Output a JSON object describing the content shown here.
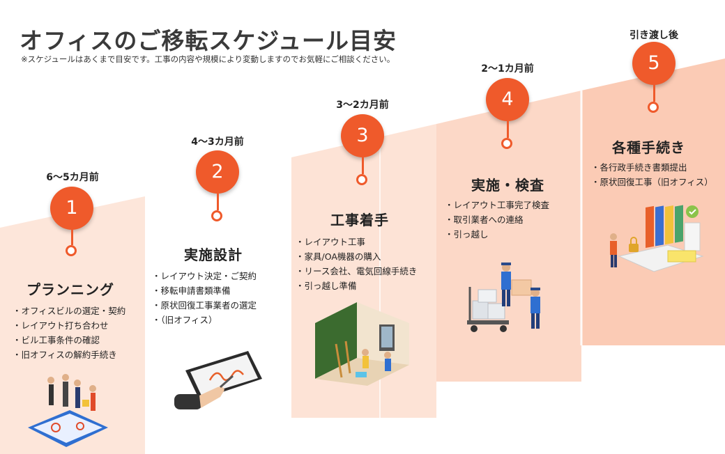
{
  "title": "オフィスのご移転スケジュール目安",
  "subtitle": "※スケジュールはあくまで目安です。工事の内容や規模により変動しますのでお気軽にご相談ください。",
  "colors": {
    "accent": "#ef5a2b",
    "band_light": "#fde3d6",
    "band_mid": "#fcd3c0",
    "band_dark": "#fbc5ae"
  },
  "steps": [
    {
      "number": "1",
      "timing": "6～5カ月前",
      "heading": "プランニング",
      "items": [
        "オフィスビルの選定・契約",
        "レイアウト打ち合わせ",
        "ビル工事条件の確認",
        "旧オフィスの解約手続き"
      ],
      "illustration": "planning-meeting-illustration"
    },
    {
      "number": "2",
      "timing": "4～3カ月前",
      "heading": "実施設計",
      "items": [
        "レイアウト決定・ご契約",
        "移転申請書類準備",
        "原状回復工事業者の選定",
        "（旧オフィス）"
      ],
      "illustration": "tablet-signature-illustration"
    },
    {
      "number": "3",
      "timing": "3～2カ月前",
      "heading": "工事着手",
      "items": [
        "レイアウト工事",
        "家具/OA機器の購入",
        "リース会社、電気回線手続き",
        "引っ越し準備"
      ],
      "illustration": "construction-room-illustration"
    },
    {
      "number": "4",
      "timing": "2～1カ月前",
      "heading": "実施・検査",
      "items": [
        "レイアウト工事完了検査",
        "取引業者への連絡",
        "引っ越し"
      ],
      "illustration": "movers-boxes-illustration"
    },
    {
      "number": "5",
      "timing": "引き渡し後",
      "heading": "各種手続き",
      "items": [
        "各行政手続き書類提出",
        "原状回復工事（旧オフィス）"
      ],
      "illustration": "documents-binders-illustration"
    }
  ]
}
